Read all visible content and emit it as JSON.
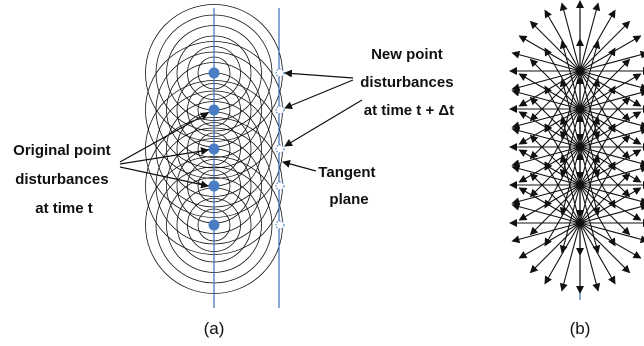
{
  "figure": {
    "panel_a": {
      "caption": "(a)",
      "label_original": [
        "Original point",
        "disturbances",
        "at time t"
      ],
      "label_new": [
        "New point",
        "disturbances",
        "at time t +   Δt"
      ],
      "label_tangent": [
        "Tangent",
        "plane"
      ],
      "original_points_count": 5,
      "circles_per_point": 6
    },
    "panel_b": {
      "caption": "(b)",
      "star_count": 5,
      "rays_per_star": 24
    },
    "colors": {
      "point_fill": "#4a7dc4",
      "line": "#111111",
      "axis_line": "#3d6fb5",
      "new_point": "#3d6fb5"
    }
  }
}
